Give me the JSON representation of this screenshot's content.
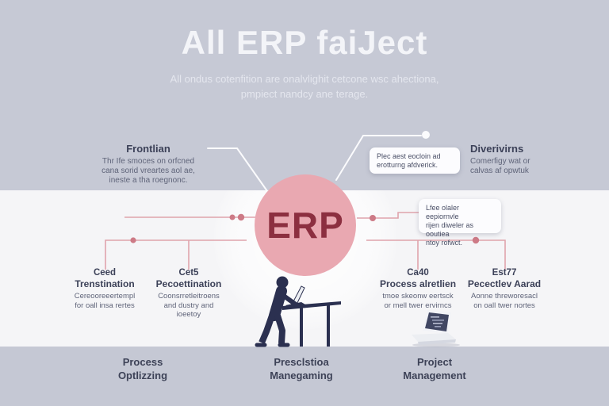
{
  "title": "All ERP faiJect",
  "subtitle": {
    "line1": "All ondus cotenfition are onalvlighit cetcone wsc ahectiona,",
    "line2": "pmpiect nandcy ane terage."
  },
  "erp_label": "ERP",
  "left_note": {
    "heading": "Frontlian",
    "line1": "Thr Ife smoces on orfcned",
    "line2": "cana sorid vreartes aol ae,",
    "line3": "ineste a tha roegnonc."
  },
  "right_note": {
    "heading": "Diverivirns",
    "line1": "Comerfigy wat or",
    "line2": "calvas af opwtuk"
  },
  "callout_top": {
    "line1": "Plec aest eocloin ad",
    "line2": "erotturng afdverick."
  },
  "callout_mid": {
    "line1": "Lfee olaler eepiornvle",
    "line2": "rijen diweler as ooutiea",
    "line3": "ntoy rofwct."
  },
  "columns": [
    {
      "code": "Ceed",
      "heading": "Trenstination",
      "line1": "Cereooreeertempl",
      "line2": "for oall insa rertes",
      "line3": ""
    },
    {
      "code": "Cet5",
      "heading": "Pecoettination",
      "line1": "Coonsrretleitroens",
      "line2": "and dustry and",
      "line3": "ioeetoy"
    },
    {
      "code": "Ca40",
      "heading": "Process alretlien",
      "line1": "tmoe skeonw eertsck",
      "line2": "or mell twer ervirncs",
      "line3": ""
    },
    {
      "code": "Est77",
      "heading": "Pecectlev Aarad",
      "line1": "Aonne threworesacl",
      "line2": "on oall twer nortes",
      "line3": ""
    }
  ],
  "bottom_labels": [
    {
      "line1": "Process",
      "line2": "Optlizzing"
    },
    {
      "line1": "Presclstioa",
      "line2": "Manegaming"
    },
    {
      "line1": "Project",
      "line2": "Management"
    }
  ],
  "colors": {
    "band_gray": "#c6c9d5",
    "middle_bg": "#f5f5f7",
    "erp_circle_pink": "#e9a8b1",
    "erp_text_red": "#8c2f40",
    "line_pink": "#dfa3ac",
    "dot_pink": "#cd7a86",
    "navy_text": "#3c4158",
    "silhouette_navy": "#2b3050",
    "white_line": "#fbfbfd"
  }
}
